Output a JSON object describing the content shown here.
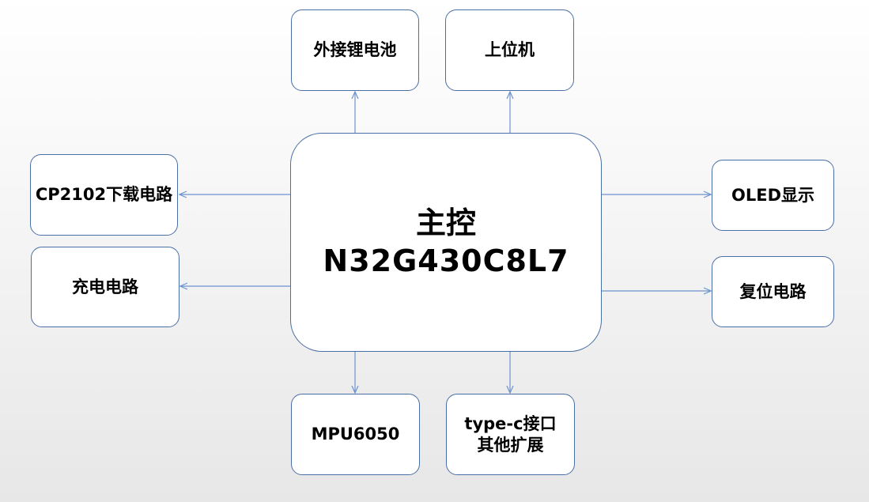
{
  "diagram": {
    "main": {
      "line1": "主控",
      "line2": "N32G430C8L7"
    },
    "nodes": {
      "battery": "外接锂电池",
      "host_pc": "上位机",
      "cp2102": "CP2102下载电路",
      "charging": "充电电路",
      "oled": "OLED显示",
      "reset": "复位电路",
      "mpu6050": "MPU6050",
      "typec_line1": "type-c接口",
      "typec_line2": "其他扩展"
    },
    "colors": {
      "border": "#4a6fa5",
      "arrow": "#6d93cf"
    }
  }
}
